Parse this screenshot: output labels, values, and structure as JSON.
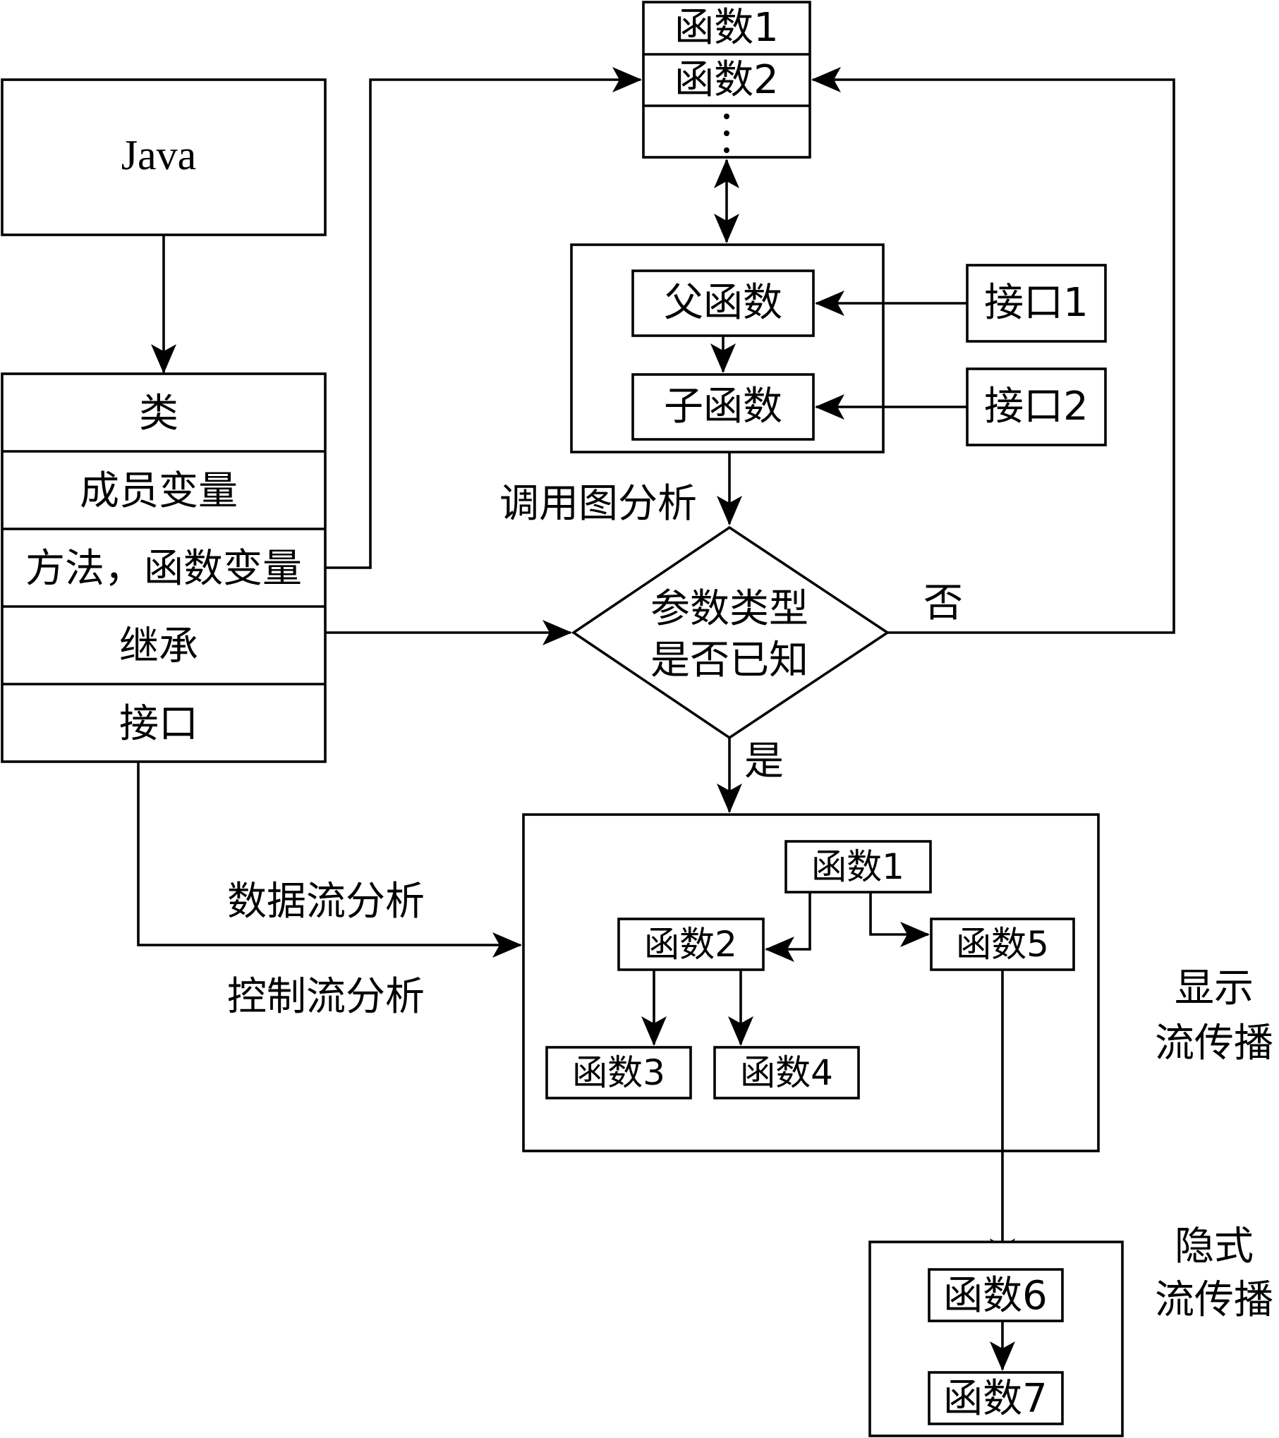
{
  "top_stack": {
    "func1": "函数1",
    "func2": "函数2",
    "ellipsis": "⋮"
  },
  "java_box": {
    "label": "Java"
  },
  "class_box": {
    "class_label": "类",
    "member_vars": "成员变量",
    "methods": "方法，函数变量",
    "inherit": "继承",
    "interface": "接口"
  },
  "call_graph": {
    "parent": "父函数",
    "child": "子函数",
    "iface1": "接口1",
    "iface2": "接口2",
    "label": "调用图分析"
  },
  "decision": {
    "line1": "参数类型",
    "line2": "是否已知",
    "no": "否",
    "yes": "是"
  },
  "left_labels": {
    "dataflow": "数据流分析",
    "controlflow": "控制流分析"
  },
  "explicit_box": {
    "func1": "函数1",
    "func2": "函数2",
    "func3": "函数3",
    "func4": "函数4",
    "func5": "函数5",
    "label_line1": "显示",
    "label_line2": "流传播"
  },
  "implicit_box": {
    "func6": "函数6",
    "func7": "函数7",
    "label_line1": "隐式",
    "label_line2": "流传播"
  }
}
